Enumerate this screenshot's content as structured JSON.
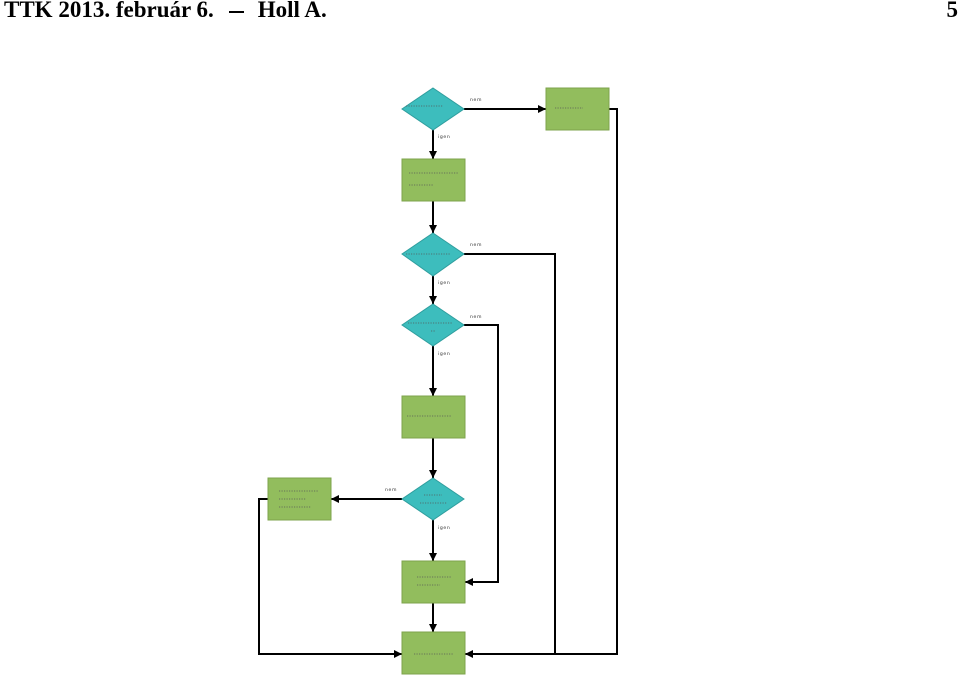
{
  "header": {
    "left_title": "TTK 2013. február 6.",
    "author": "Holl A.",
    "page_number": "5"
  },
  "colors": {
    "process_fill": "#92bd5d",
    "process_stroke": "#7ea34c",
    "decision_fill": "#3dbdbd",
    "decision_stroke": "#2f9e9e",
    "line": "#000000"
  },
  "flowchart": {
    "edge_labels": {
      "d1_nem": "nem",
      "d1_igen": "igen",
      "d2_nem": "nem",
      "d2_igen": "igen",
      "d3_nem": "nem",
      "d3_igen": "igen",
      "d4_nem": "nem",
      "d4_igen": "igen"
    }
  }
}
